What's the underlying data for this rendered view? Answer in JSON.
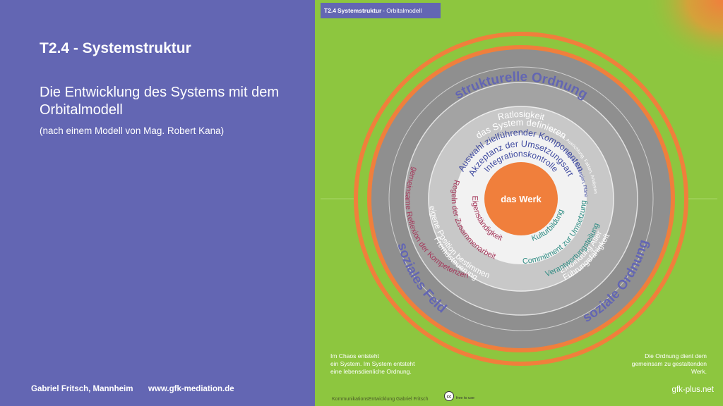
{
  "left": {
    "title": "T2.4 -  Systemstruktur",
    "subtitle": "Die Entwicklung des Systems mit dem Orbitalmodell",
    "note": "(nach einem Modell von Mag. Robert Kana)"
  },
  "footer": {
    "author": "Gabriel Fritsch, Mannheim",
    "url": "www.gfk-mediation.de"
  },
  "slide": {
    "header_number": "T2.4",
    "header_title": "Systemstruktur",
    "header_suffix": "- Orbitalmodell",
    "outer_top": "strukturelle Ordnung",
    "outer_left": "soziales Feld",
    "outer_right": "soziale Ordnung",
    "ring1": "Ratlosigkeit",
    "ring2_main": "das System definieren",
    "ring2_small": "Visionen, Ausrichtung, Fakten, Analysen",
    "ring3_main": "Auswahl zielführender Komponenten",
    "ring3_small": "Fragen, Strategien, Pläne",
    "ring4": "Akzeptanz der Umsetzungsart",
    "ring5": "Integrationskontrolle",
    "center": "das Werk",
    "left1": "Fremdsteuerung",
    "left2": "eigene Position bestimmen",
    "left3": "gemeinsame Reflexion der Kompetenzen",
    "left4": "Regeln der Zusammenarbeit",
    "left5": "Eigenständigkeit",
    "right1": "Führungsfähigkeit",
    "right2": "Einbindung Aller",
    "right3": "Verantwortungsteilung",
    "right4": "Commitment zur Umsetzung",
    "right5": "Kulturbildung",
    "note_left": [
      "Im Chaos entsteht",
      "ein System. Im System entsteht",
      "eine lebensdienliche Ordnung."
    ],
    "note_right": [
      "Die Ordnung dient dem",
      "gemeinsam zu gestaltenden",
      "Werk."
    ],
    "credit": "KommunikationsEntwicklung Gabriel Fritsch",
    "cc_label": "cc",
    "cc_text": "free to use",
    "site": "gfk-plus.net"
  },
  "colors": {
    "background": "#6366b3",
    "green": "#8dc63f",
    "orange": "#f07f3c",
    "gray_dark": "#8f8f8f",
    "gray_mid": "#a3a3a3",
    "gray_light": "#c8c8c8",
    "center_white": "#f2f2f2",
    "text_blue": "#3f4aa0",
    "text_red": "#a5375a",
    "text_teal": "#2e8c83"
  }
}
